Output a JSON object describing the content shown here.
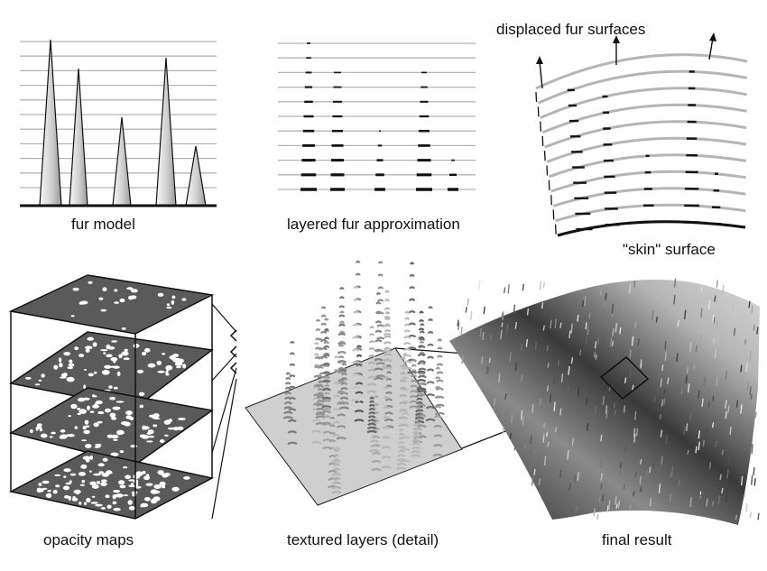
{
  "labels": {
    "fur_model": "fur model",
    "layered_fur": "layered fur approximation",
    "displaced_surfaces": "displaced fur surfaces",
    "skin_surface": "\"skin\" surface",
    "opacity_maps": "opacity maps",
    "textured_layers": "textured layers (detail)",
    "final_result": "final result"
  },
  "colors": {
    "line": "#111111",
    "layer_line": "#b5b5b5",
    "opacity_map_fill": "#5a5a5a",
    "hole_fill": "#ffffff"
  }
}
